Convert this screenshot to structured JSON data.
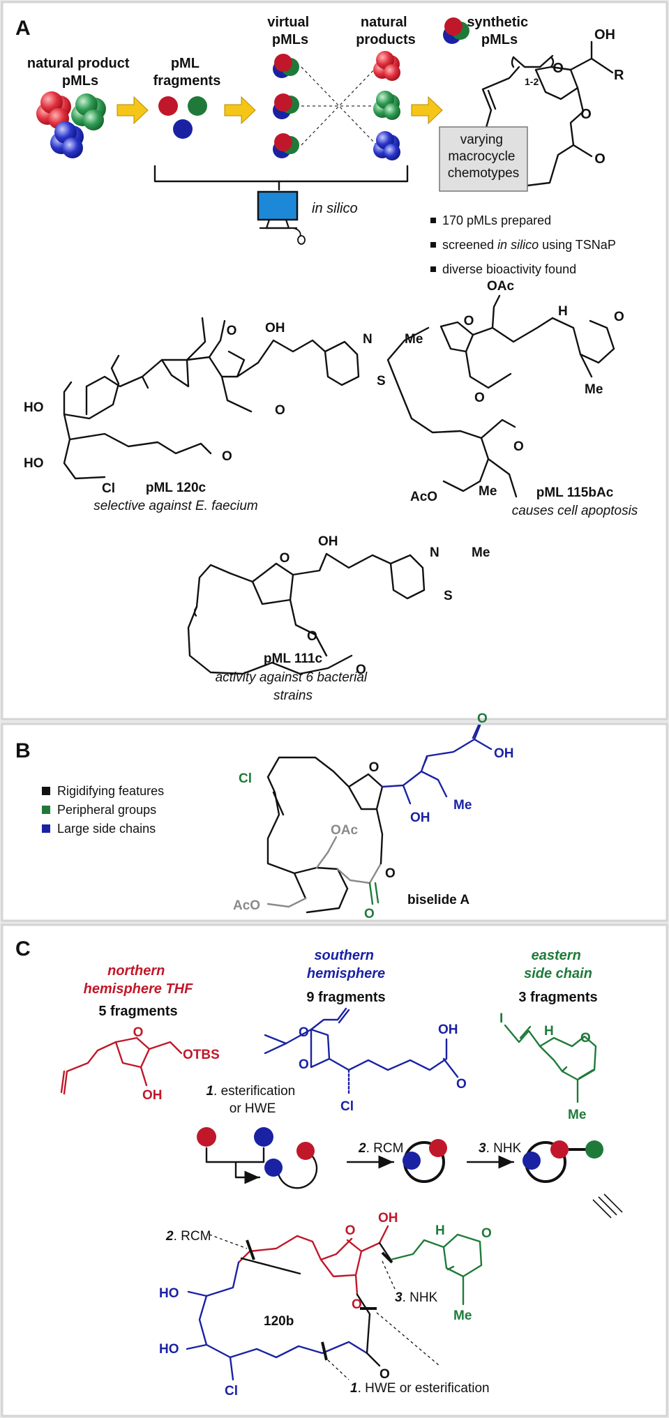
{
  "panelA": {
    "letter": "A",
    "np_pmls": [
      "natural product",
      "pMLs"
    ],
    "fragments": [
      "pML",
      "fragments"
    ],
    "virtual": [
      "virtual",
      "pMLs"
    ],
    "natural": [
      "natural",
      "products"
    ],
    "synthetic": [
      "synthetic",
      "pMLs"
    ],
    "in_silico": "in silico",
    "varying": [
      "varying",
      "macrocycle",
      "chemotypes"
    ],
    "oh": "OH",
    "r": "R",
    "o": "O",
    "ring_range": "1-2",
    "bullets": [
      "170 pMLs prepared",
      "screened ",
      "in silico",
      " using TSNaP",
      "diverse bioactivity found"
    ],
    "cmp1_name": "pML 120c",
    "cmp1_desc": "selective against E. faecium",
    "cmp2_name": "pML 115bAc",
    "cmp2_desc": "causes cell apoptosis",
    "cmp3_name": "pML 111c",
    "cmp3_desc": [
      "activity against 6 bacterial",
      "strains"
    ],
    "atoms": {
      "ho": "HO",
      "cl": "Cl",
      "n": "N",
      "s": "S",
      "me": "Me",
      "oac": "OAc",
      "aco": "AcO",
      "h": "H"
    }
  },
  "panelB": {
    "letter": "B",
    "legend": [
      "Rigidifying features",
      "Peripheral groups",
      "Large side chains"
    ],
    "legend_colors": [
      "#111111",
      "#1f7a3a",
      "#1a22a3"
    ],
    "name": "biselide A",
    "atoms": {
      "cl": "Cl",
      "o": "O",
      "oac": "OAc",
      "aco": "AcO",
      "oh": "OH",
      "me": "Me"
    }
  },
  "panelC": {
    "letter": "C",
    "north": [
      "northern",
      "hemisphere THF",
      "5 fragments"
    ],
    "south": [
      "southern",
      "hemisphere",
      "9 fragments"
    ],
    "east": [
      "eastern",
      "side chain",
      "3 fragments"
    ],
    "otbs": "OTBS",
    "step1": [
      "1",
      ". esterification",
      "or HWE"
    ],
    "step2": [
      "2",
      ". RCM"
    ],
    "step3": [
      "3",
      ". NHK"
    ],
    "final_name": "120b",
    "final_step1": [
      "1",
      ". HWE or esterification"
    ],
    "atoms": {
      "o": "O",
      "oh": "OH",
      "cl": "Cl",
      "i": "I",
      "h": "H",
      "me": "Me",
      "ho": "HO"
    }
  },
  "colors": {
    "red": "#c0182a",
    "blue": "#1a22a3",
    "green": "#1f7a3a",
    "gray": "#8a8a8a",
    "arrow": "#f5c518",
    "monitor": "#1e88d8"
  }
}
